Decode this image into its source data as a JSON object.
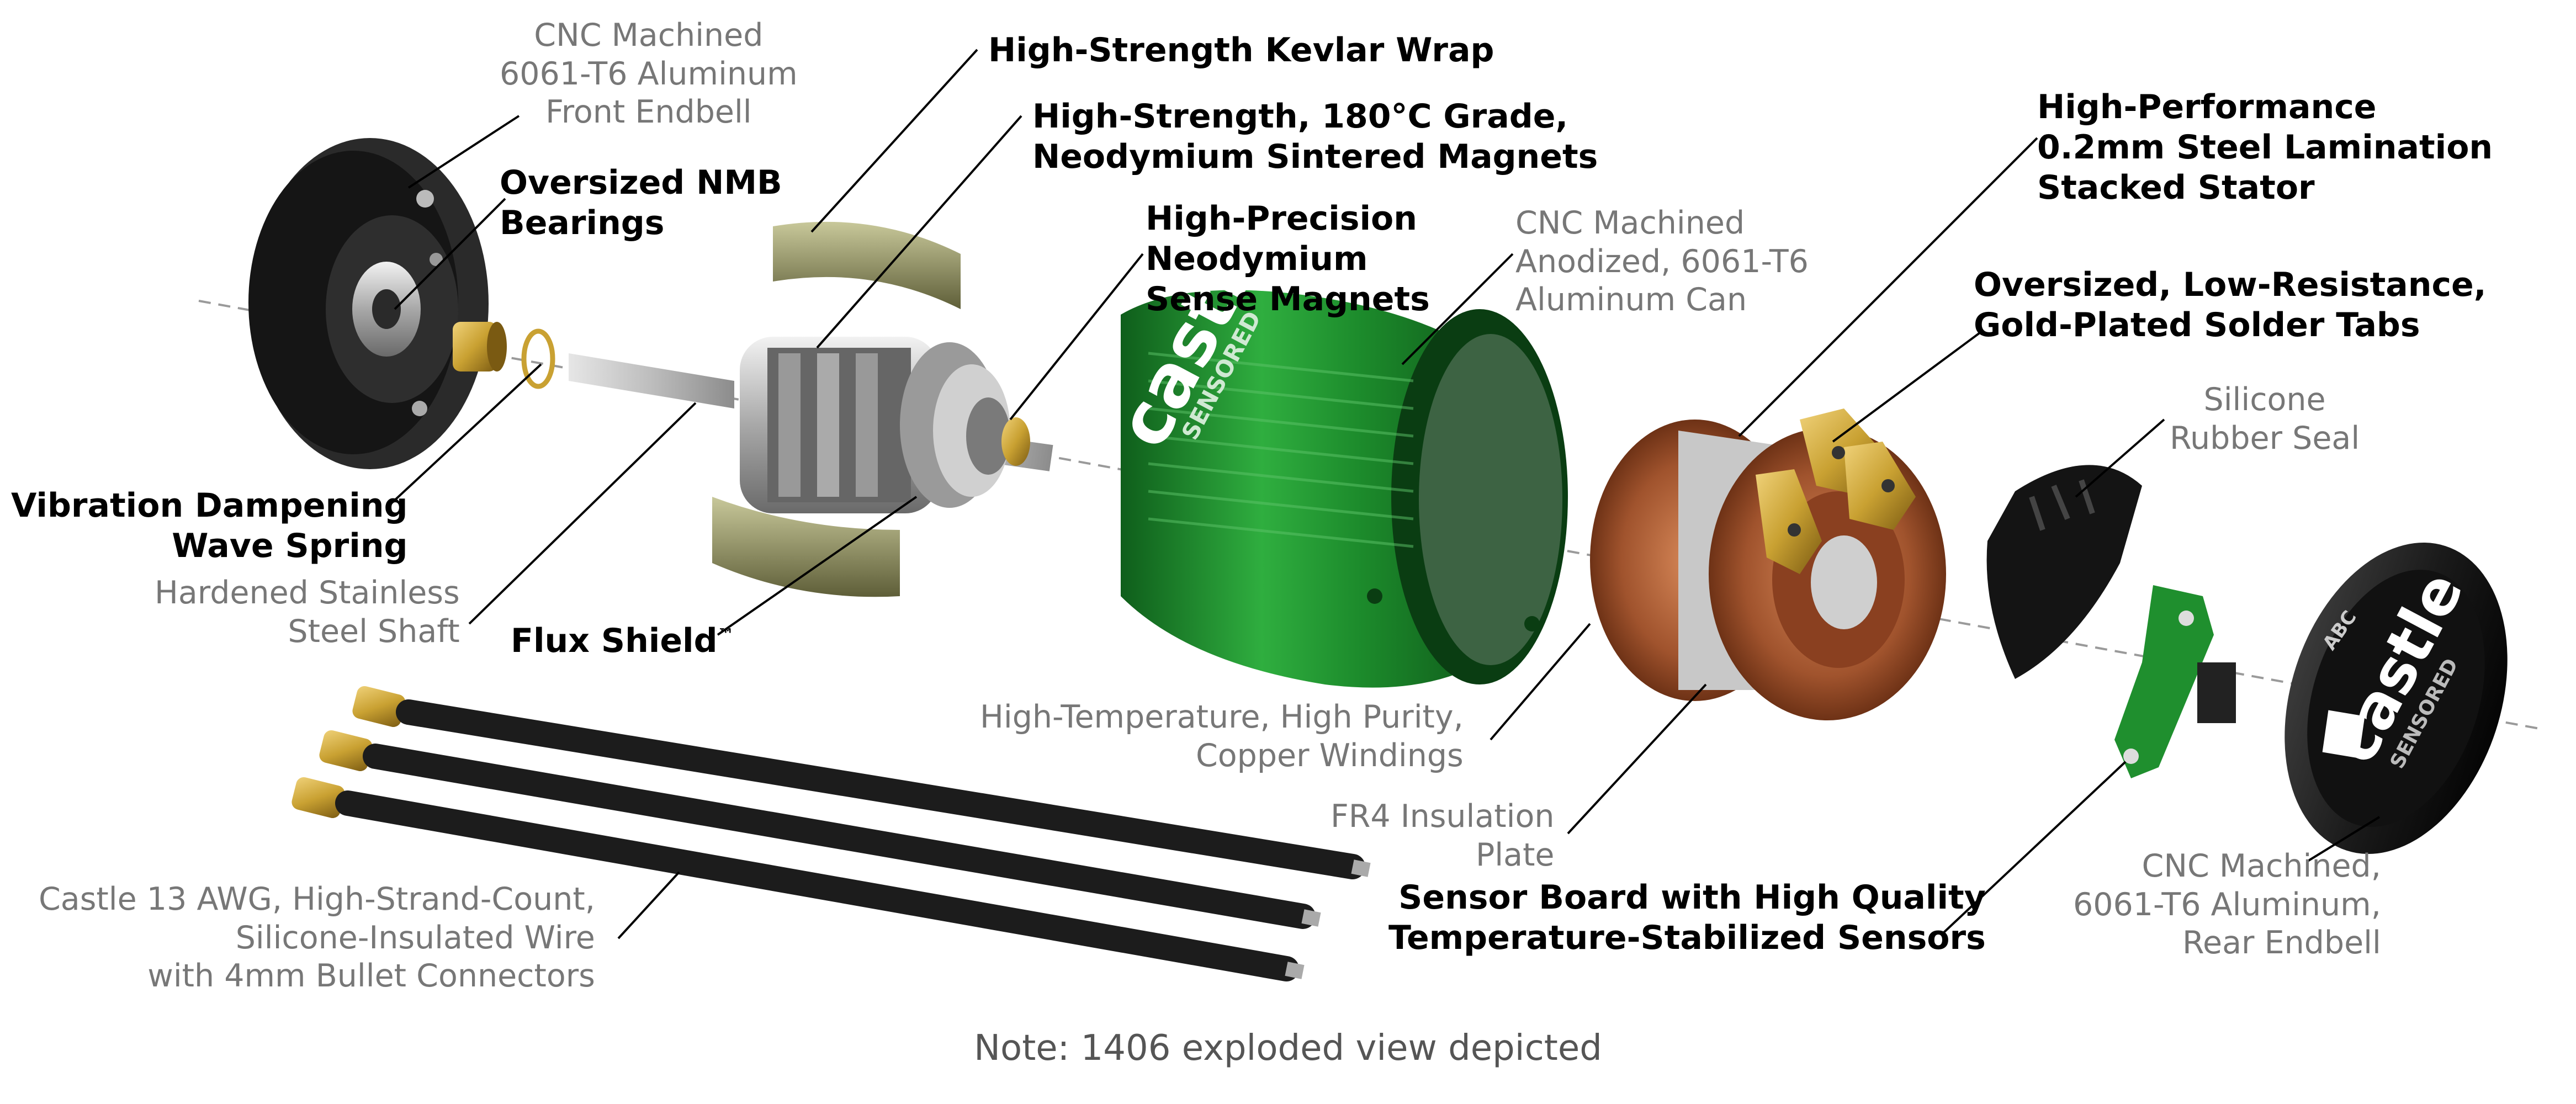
{
  "labels": {
    "front_endbell": [
      "CNC Machined",
      "6061-T6 Aluminum",
      "Front Endbell"
    ],
    "kevlar_wrap": [
      "High-Strength Kevlar Wrap"
    ],
    "magnets": [
      "High-Strength, 180°C Grade,",
      "Neodymium Sintered Magnets"
    ],
    "stator": [
      "High-Performance",
      "0.2mm Steel Lamination",
      "Stacked Stator"
    ],
    "bearings": [
      "Oversized NMB",
      "Bearings"
    ],
    "sense_magnets": [
      "High-Precision",
      "Neodymium",
      "Sense Magnets"
    ],
    "can": [
      "CNC Machined",
      "Anodized, 6061-T6",
      "Aluminum Can"
    ],
    "solder_tabs": [
      "Oversized, Low-Resistance,",
      "Gold-Plated Solder Tabs"
    ],
    "seal": [
      "Silicone",
      "Rubber Seal"
    ],
    "wave_spring": [
      "Vibration Dampening",
      "Wave Spring"
    ],
    "shaft": [
      "Hardened Stainless",
      "Steel Shaft"
    ],
    "flux_shield": "Flux Shield",
    "flux_shield_mark": "™",
    "windings": [
      "High-Temperature, High Purity,",
      "Copper Windings"
    ],
    "insulation": [
      "FR4 Insulation",
      "Plate"
    ],
    "sensor_board": [
      "Sensor Board with High Quality",
      "Temperature-Stabilized Sensors"
    ],
    "rear_endbell": [
      "CNC Machined,",
      "6061-T6 Aluminum,",
      "Rear Endbell"
    ],
    "wire": [
      "Castle 13 AWG, High-Strand-Count,",
      "Silicone-Insulated Wire",
      "with 4mm Bullet Connectors"
    ]
  },
  "brand": {
    "can_logo": "castle",
    "can_sub": "SENSORED",
    "endbell_logo": "castle",
    "endbell_sub": "SENSORED",
    "endbell_small": "ABC"
  },
  "note": "Note: 1406 exploded view depicted",
  "colors": {
    "can_green": "#1f8f2e",
    "copper": "#a0532d",
    "gold": "#c9a132",
    "kevlar": "#8a8a5a"
  }
}
